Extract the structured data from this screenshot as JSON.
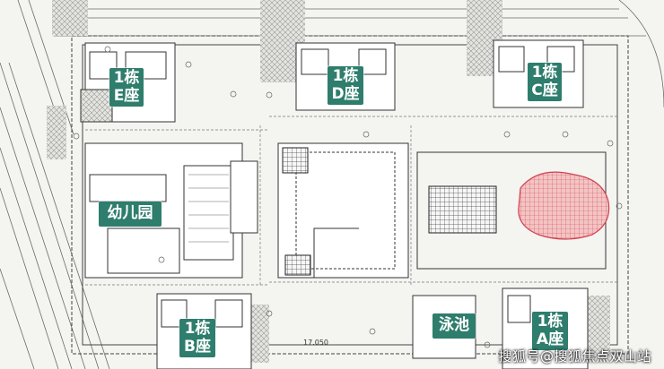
{
  "labels": {
    "building_e": {
      "line1": "1栋",
      "line2": "E座"
    },
    "building_d": {
      "line1": "1栋",
      "line2": "D座"
    },
    "building_c": {
      "line1": "1栋",
      "line2": "C座"
    },
    "building_b": {
      "line1": "1栋",
      "line2": "B座"
    },
    "building_a": {
      "line1": "1栋",
      "line2": "A座"
    },
    "kindergarten": "幼儿园",
    "pool": "泳池"
  },
  "watermark": "搜狐号@搜狐焦点双山站",
  "elevation": "17.050",
  "colors": {
    "label_bg": "#2e7d6d",
    "label_text": "#ffffff",
    "linework": "#555555",
    "hatch": "#8a8a8a",
    "landmark_fill": "#f0b8b8",
    "landmark_stroke": "#d04050"
  }
}
